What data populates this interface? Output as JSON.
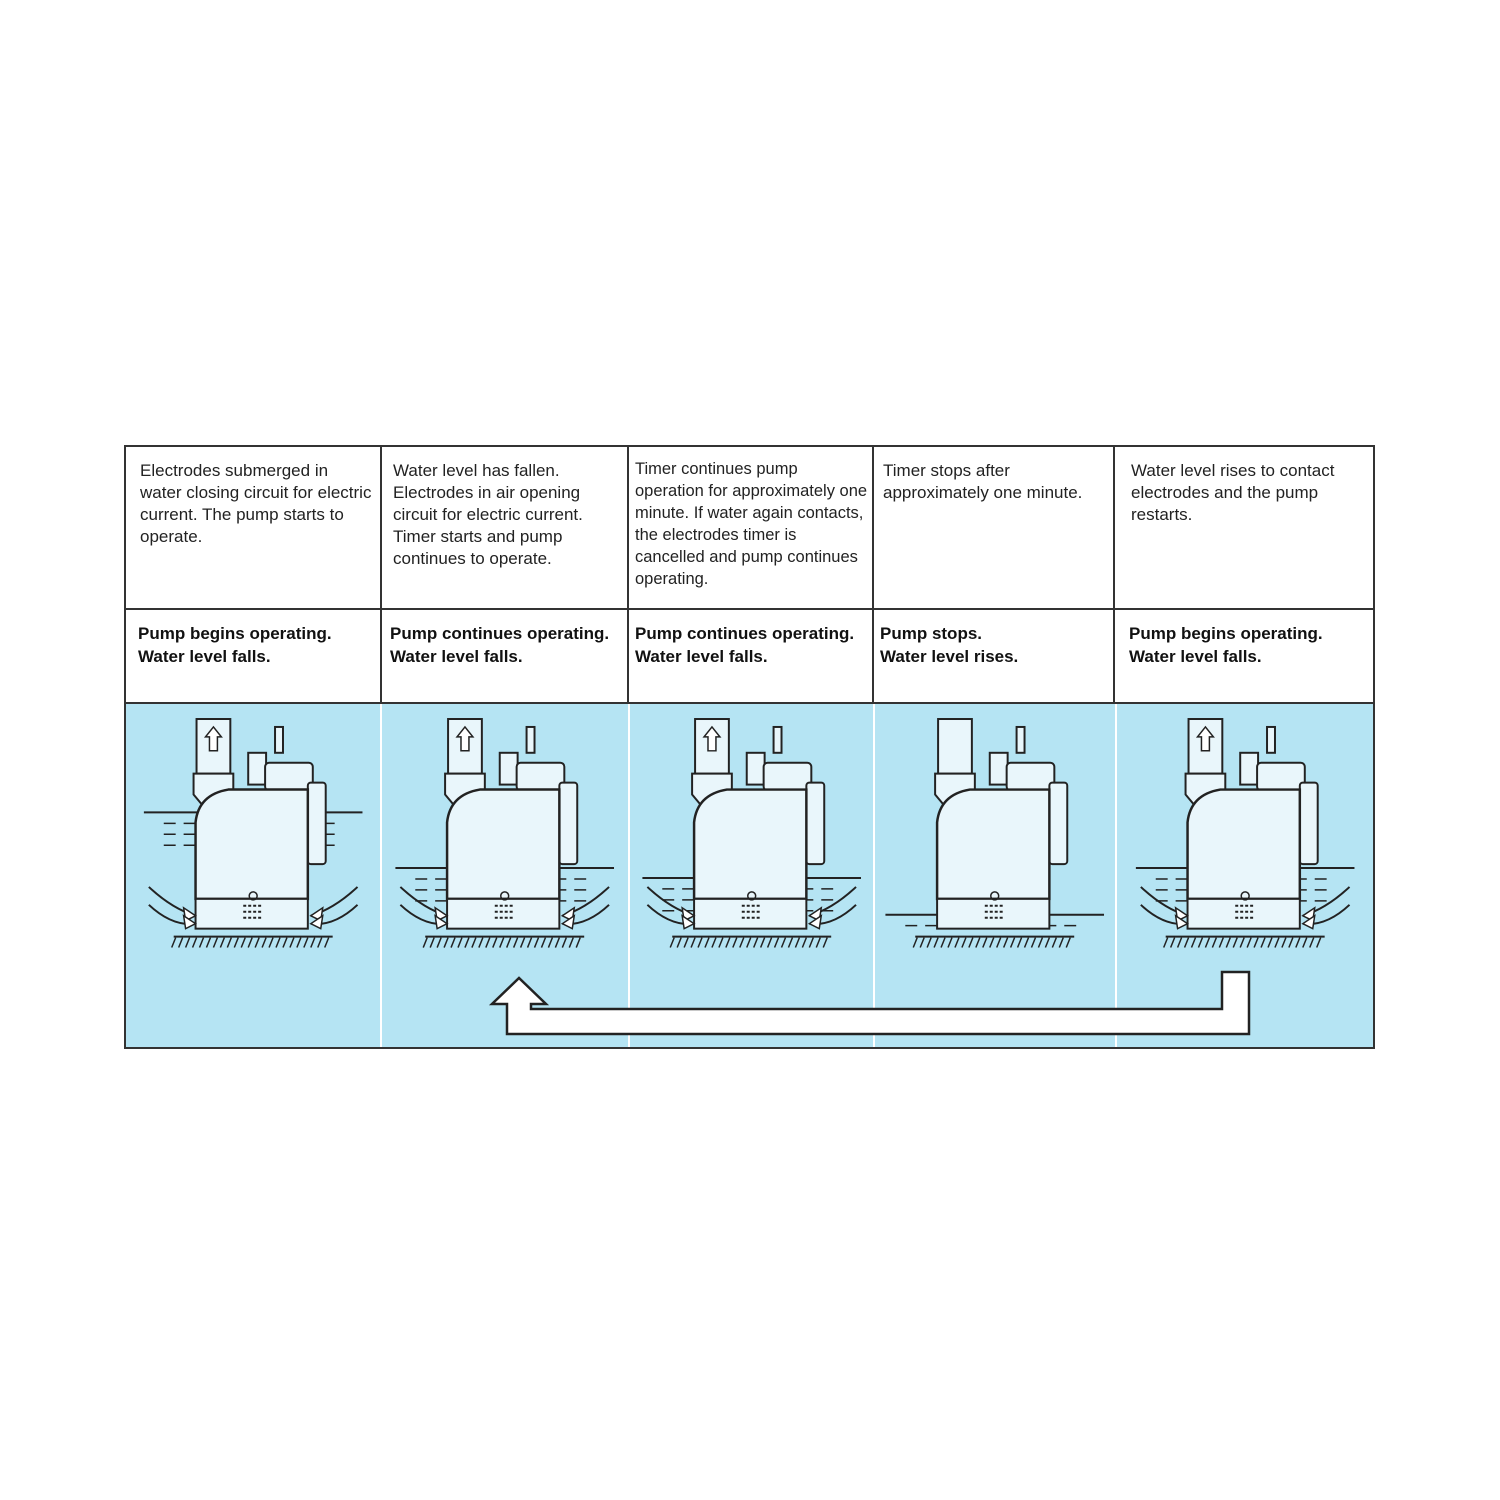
{
  "stages": [
    {
      "description": "Electrodes submerged in water closing circuit for electric current. The pump starts to operate.",
      "status": "Pump begins operating.\nWater level falls.",
      "water_level": "high"
    },
    {
      "description": "Water level has fallen. Electrodes in air opening circuit for electric current. Timer starts and pump continues to operate.",
      "status": "Pump continues operating.\nWater level falls.",
      "water_level": "low"
    },
    {
      "description": "Timer continues pump operation for approximately one minute. If water again contacts, the electrodes timer is cancelled and pump continues operating.",
      "status": "Pump continues operating.\nWater level falls.",
      "water_level": "lower"
    },
    {
      "description": "Timer stops after approximately one minute.",
      "status": "Pump stops.\nWater level rises.",
      "water_level": "lowest"
    },
    {
      "description": "Water level rises to contact electrodes and the pump restarts.",
      "status": "Pump begins operating.\nWater level falls.",
      "water_level": "low"
    }
  ],
  "colors": {
    "water": "#b5e4f3",
    "border": "#333333",
    "pump_fill": "#e9f6fb",
    "line": "#222222"
  },
  "icons": [
    "pump-icon",
    "up-arrow-icon",
    "flow-arrow-icon",
    "loop-arrow-icon"
  ]
}
